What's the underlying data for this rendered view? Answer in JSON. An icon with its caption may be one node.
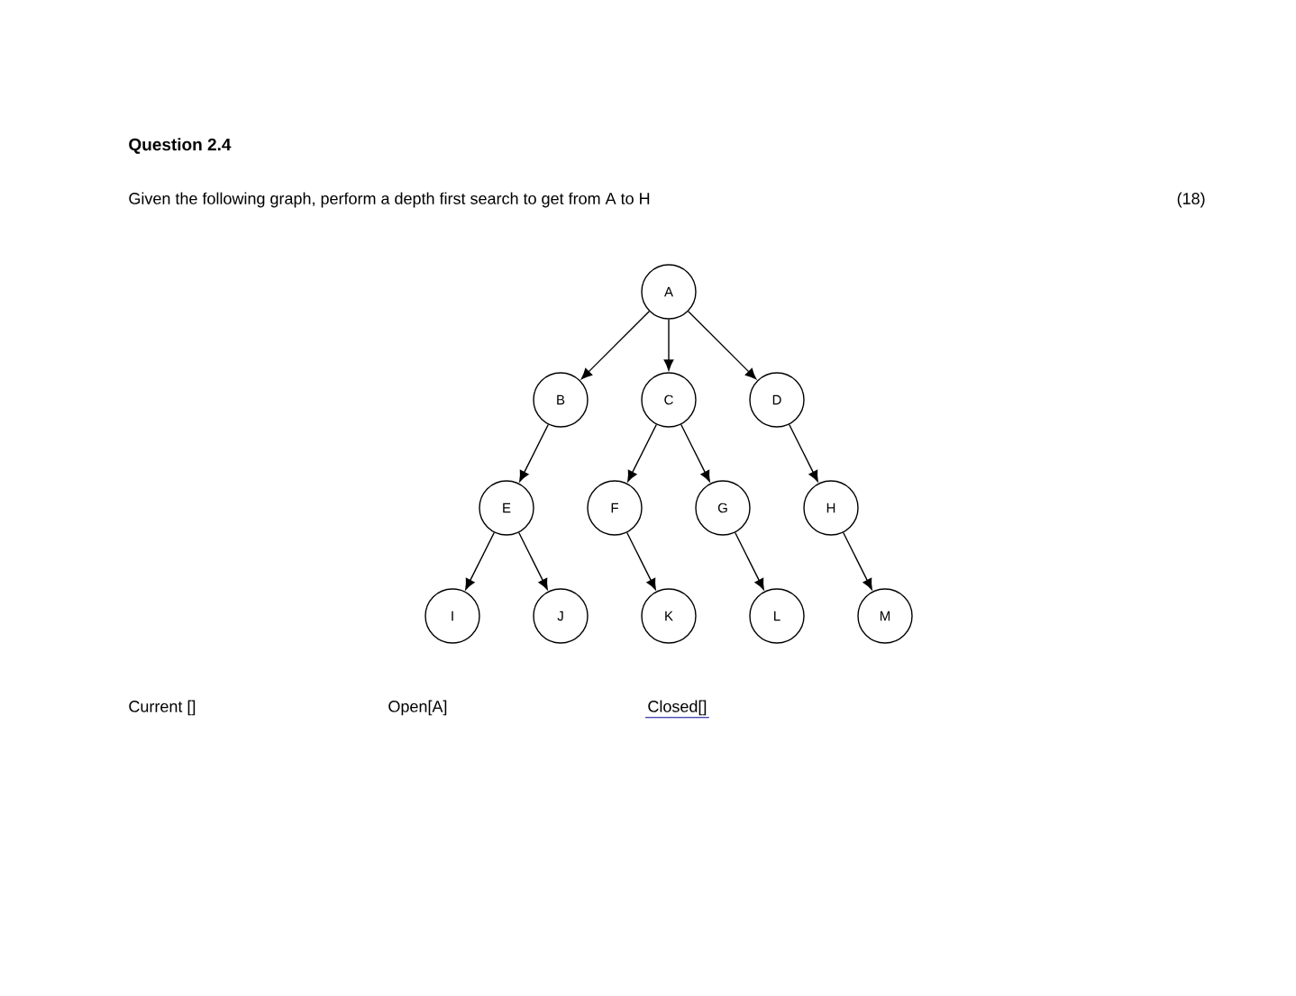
{
  "diagram": {
    "title": "Question 2.4",
    "nodes": [
      {
        "text": [
          "A"
        ]
      },
      {
        "text": [
          "B"
        ]
      },
      {
        "text": [
          "C"
        ]
      },
      {
        "text": [
          "D"
        ]
      },
      {
        "text": [
          "E"
        ]
      },
      {
        "text": [
          "F"
        ]
      },
      {
        "text": [
          "G"
        ]
      },
      {
        "text": [
          "H"
        ]
      },
      {
        "text": [
          "I"
        ]
      },
      {
        "text": [
          "J"
        ]
      },
      {
        "text": [
          "K"
        ]
      },
      {
        "text": [
          "L"
        ]
      },
      {
        "text": [
          "M"
        ]
      }
    ],
    "edges": [
      {
        "from": 0,
        "to": 1,
        "arrow": "to"
      },
      {
        "from": 0,
        "to": 2,
        "arrow": "to"
      },
      {
        "from": 0,
        "to": 3,
        "arrow": "to"
      },
      {
        "from": 1,
        "to": 4,
        "arrow": "to"
      },
      {
        "from": 2,
        "to": 5,
        "arrow": "to"
      },
      {
        "from": 2,
        "to": 6,
        "arrow": "to"
      },
      {
        "from": 3,
        "to": 7,
        "arrow": "to"
      },
      {
        "from": 4,
        "to": 8,
        "arrow": "to"
      },
      {
        "from": 4,
        "to": 9,
        "arrow": "to"
      },
      {
        "from": 5,
        "to": 10,
        "arrow": "to"
      },
      {
        "from": 6,
        "to": 11,
        "arrow": "to"
      },
      {
        "from": 7,
        "to": 12,
        "arrow": "to"
      }
    ],
    "labels": [
      "Given the following graph, perform a depth first search to get from A to H",
      "(18)",
      "Current []",
      "Open[A]",
      "Closed[]"
    ]
  }
}
